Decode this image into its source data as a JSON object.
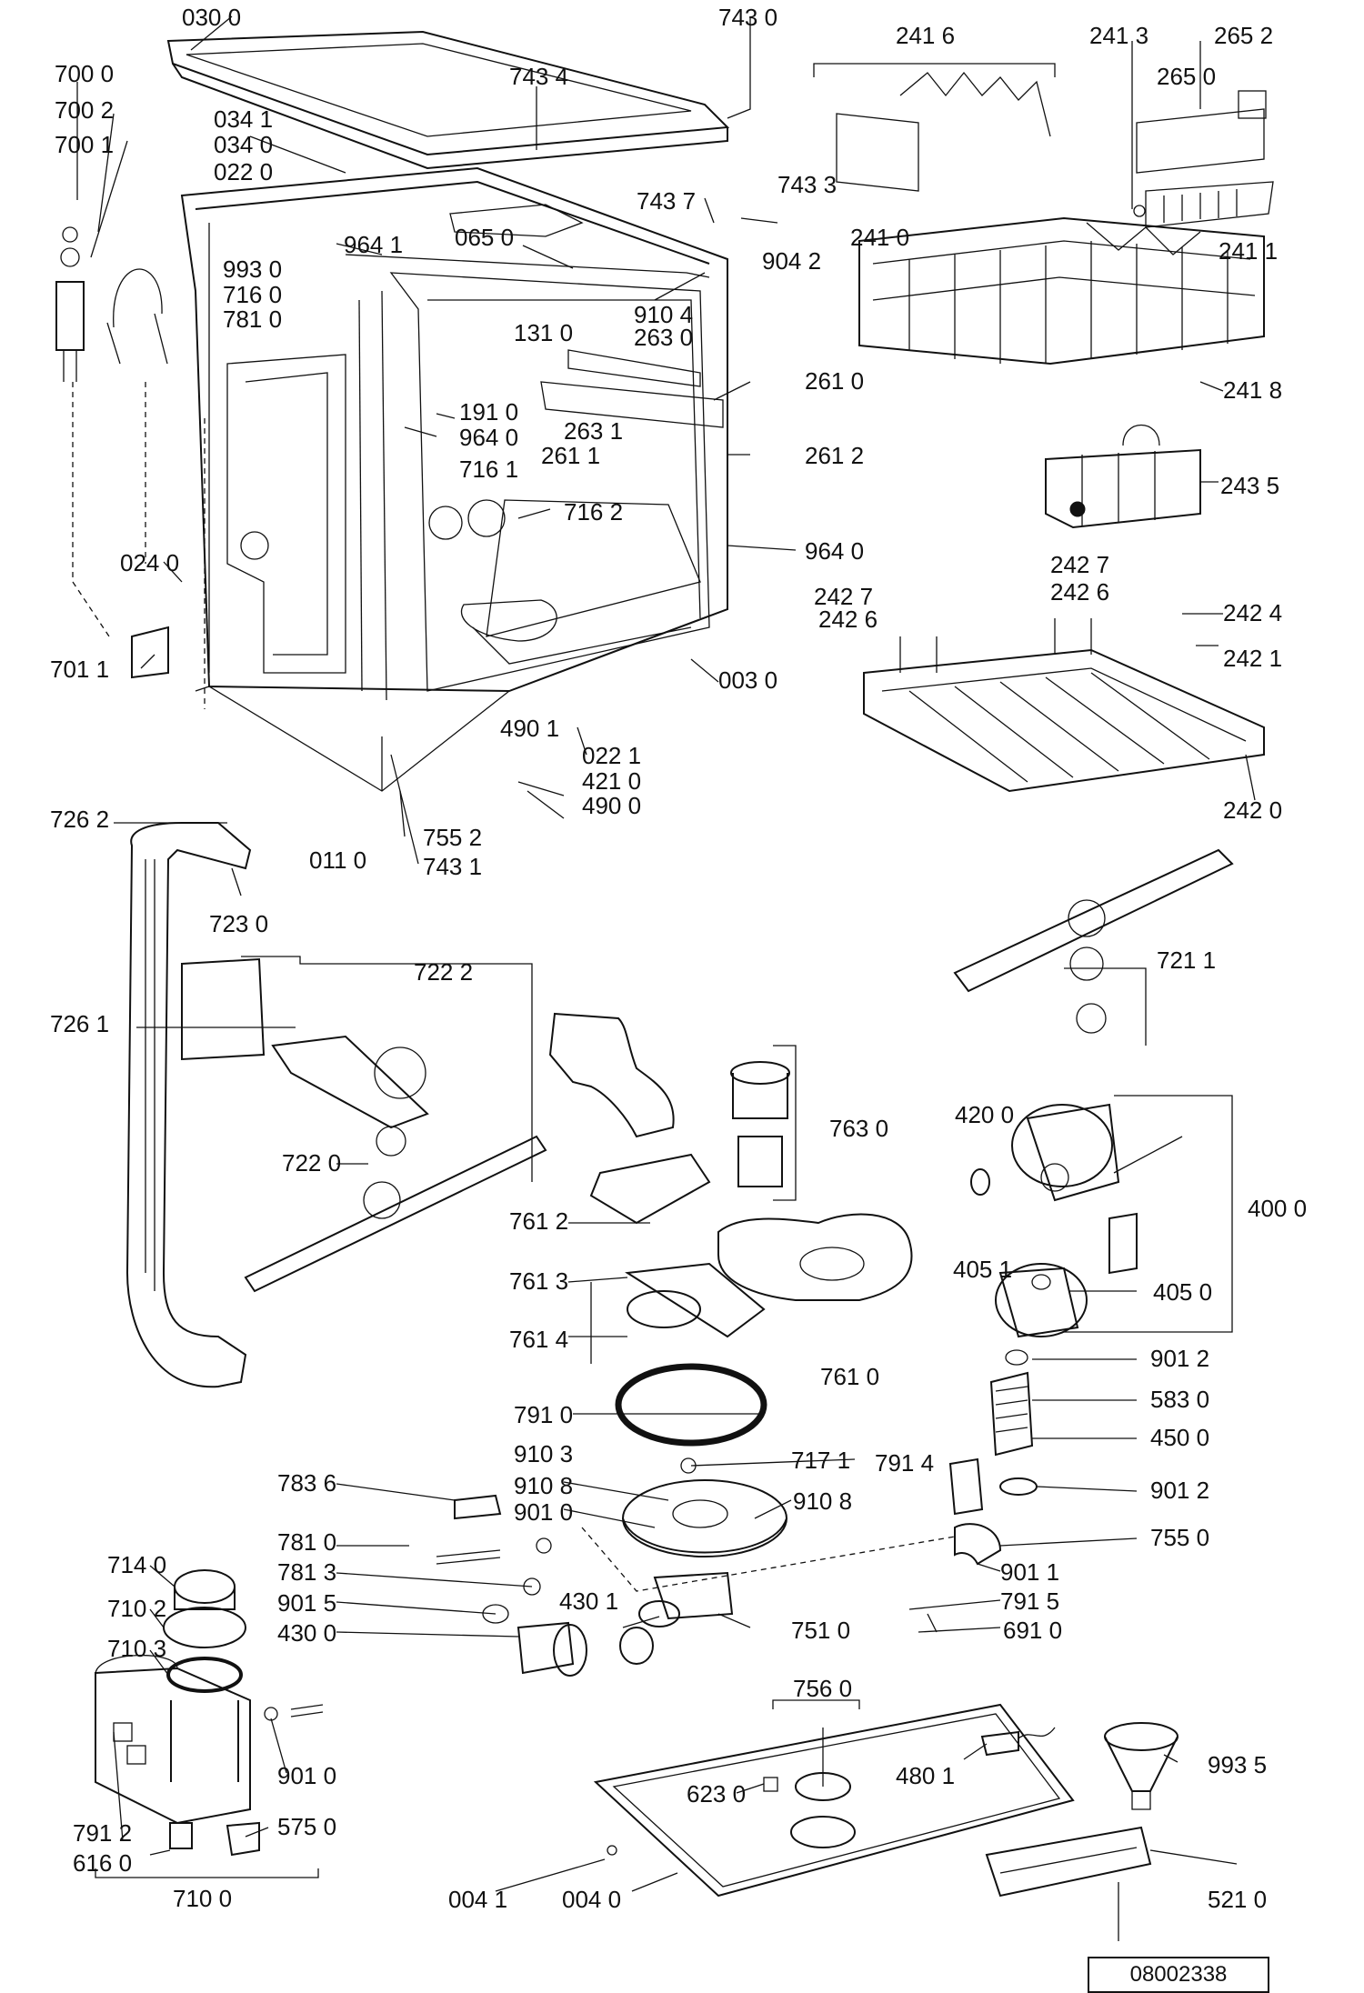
{
  "diagram": {
    "reference_number": "08002338",
    "part_labels": [
      "030 0",
      "743 0",
      "241 6",
      "241 3",
      "265 2",
      "265 0",
      "700 0",
      "700 2",
      "700 1",
      "743 4",
      "034 1",
      "034 0",
      "022 0",
      "743 7",
      "743 3",
      "241 0",
      "241 1",
      "964 1",
      "065 0",
      "904 2",
      "993 0",
      "716 0",
      "781 0",
      "910 4",
      "131 0",
      "263 0",
      "241 8",
      "261 0",
      "191 0",
      "263 1",
      "964 0",
      "261 1",
      "261 2",
      "716 1",
      "243 5",
      "716 2",
      "964 0",
      "024 0",
      "242 6",
      "242 7",
      "242 7",
      "242 6",
      "242 4",
      "242 1",
      "701 1",
      "003 0",
      "022 1",
      "490 1",
      "421 0",
      "490 0",
      "242 0",
      "726 2",
      "755 2",
      "011 0",
      "743 1",
      "723 0",
      "722 2",
      "721 1",
      "726 1",
      "763 0",
      "420 0",
      "722 0",
      "761 2",
      "400 0",
      "405 1",
      "761 3",
      "405 0",
      "761 4",
      "761 0",
      "901 2",
      "791 0",
      "583 0",
      "450 0",
      "910 3",
      "717 1",
      "791 4",
      "783 6",
      "910 8",
      "910 8",
      "901 2",
      "901 0",
      "781 0",
      "755 0",
      "714 0",
      "781 3",
      "901 1",
      "710 2",
      "901 5",
      "430 1",
      "791 5",
      "430 0",
      "751 0",
      "691 0",
      "710 3",
      "756 0",
      "480 1",
      "623 0",
      "993 5",
      "901 0",
      "791 2",
      "575 0",
      "616 0",
      "004 1",
      "004 0",
      "521 0",
      "710 0"
    ]
  }
}
